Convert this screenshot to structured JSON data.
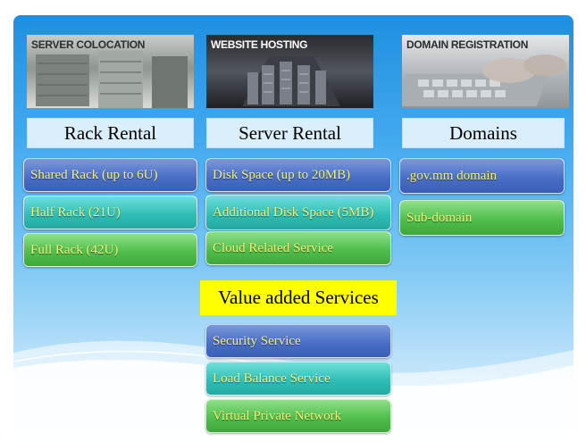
{
  "banners": [
    {
      "label": "SERVER COLOCATION"
    },
    {
      "label": "WEBSITE HOSTING"
    },
    {
      "label": "DOMAIN REGISTRATION"
    }
  ],
  "columns": [
    {
      "header": "Rack Rental",
      "items": [
        "Shared Rack (up to 6U)",
        "Half Rack (21U)",
        "Full Rack (42U)"
      ]
    },
    {
      "header": "Server Rental",
      "items": [
        "Disk Space (up to 20MB)",
        "Additional Disk Space (5MB)",
        "Cloud Related Service"
      ]
    },
    {
      "header": "Domains",
      "items": [
        ".gov.mm domain",
        "Sub-domain"
      ]
    }
  ],
  "value_added": {
    "title": "Value added Services",
    "items": [
      "Security Service",
      "Load Balance Service",
      "Virtual Private Network"
    ]
  },
  "colors": {
    "blue": "#4a6fc6",
    "teal": "#2fbfb7",
    "green": "#50bf4c",
    "item_text": "#f7f27a",
    "highlight": "#ffff00"
  }
}
